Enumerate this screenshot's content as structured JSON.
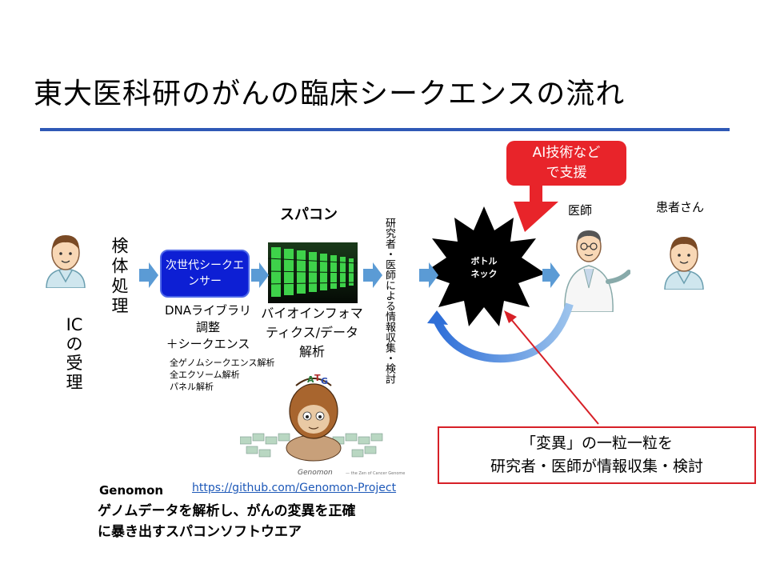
{
  "title": "東大医科研のがんの臨床シークエンスの流れ",
  "steps": {
    "ic": [
      "IC",
      "の",
      "受",
      "理"
    ],
    "specimen": "検体処理",
    "sequencer": "次世代シークエンサー",
    "dna_library": "DNAライブラリ\n調整\n＋シークエンス",
    "analysis_types": "全ゲノムシークエンス解析\n全エクソーム解析\nパネル解析",
    "supercomputer": "スパコン",
    "bioinformatics": "バイオインフォマ\nティクス/データ\n解析",
    "researchers": "研究者・医師による情報収集・検討",
    "bottleneck": "ボトル\nネック",
    "ai_support": "AI技術など\nで支援",
    "doctor": "医師",
    "patient": "患者さん"
  },
  "variant_callout": "「変異」の一粒一粒を\n研究者・医師が情報収集・検討",
  "genomon": {
    "name": "Genomon",
    "url": "https://github.com/Genomon-Project",
    "description": "ゲノムデータを解析し、がんの変異を正確\nに暴き出すスパコンソフトウエア",
    "logo_text": "Genomon",
    "logo_tagline": "— the Zen of Cancer Genome"
  },
  "colors": {
    "title_rule": "#2f59b6",
    "arrow": "#5b9bd5",
    "sequencer_box": "#0d1fd4",
    "ai_box": "#e8242a",
    "bottleneck_burst": "#000000",
    "callout_border": "#d72027"
  }
}
